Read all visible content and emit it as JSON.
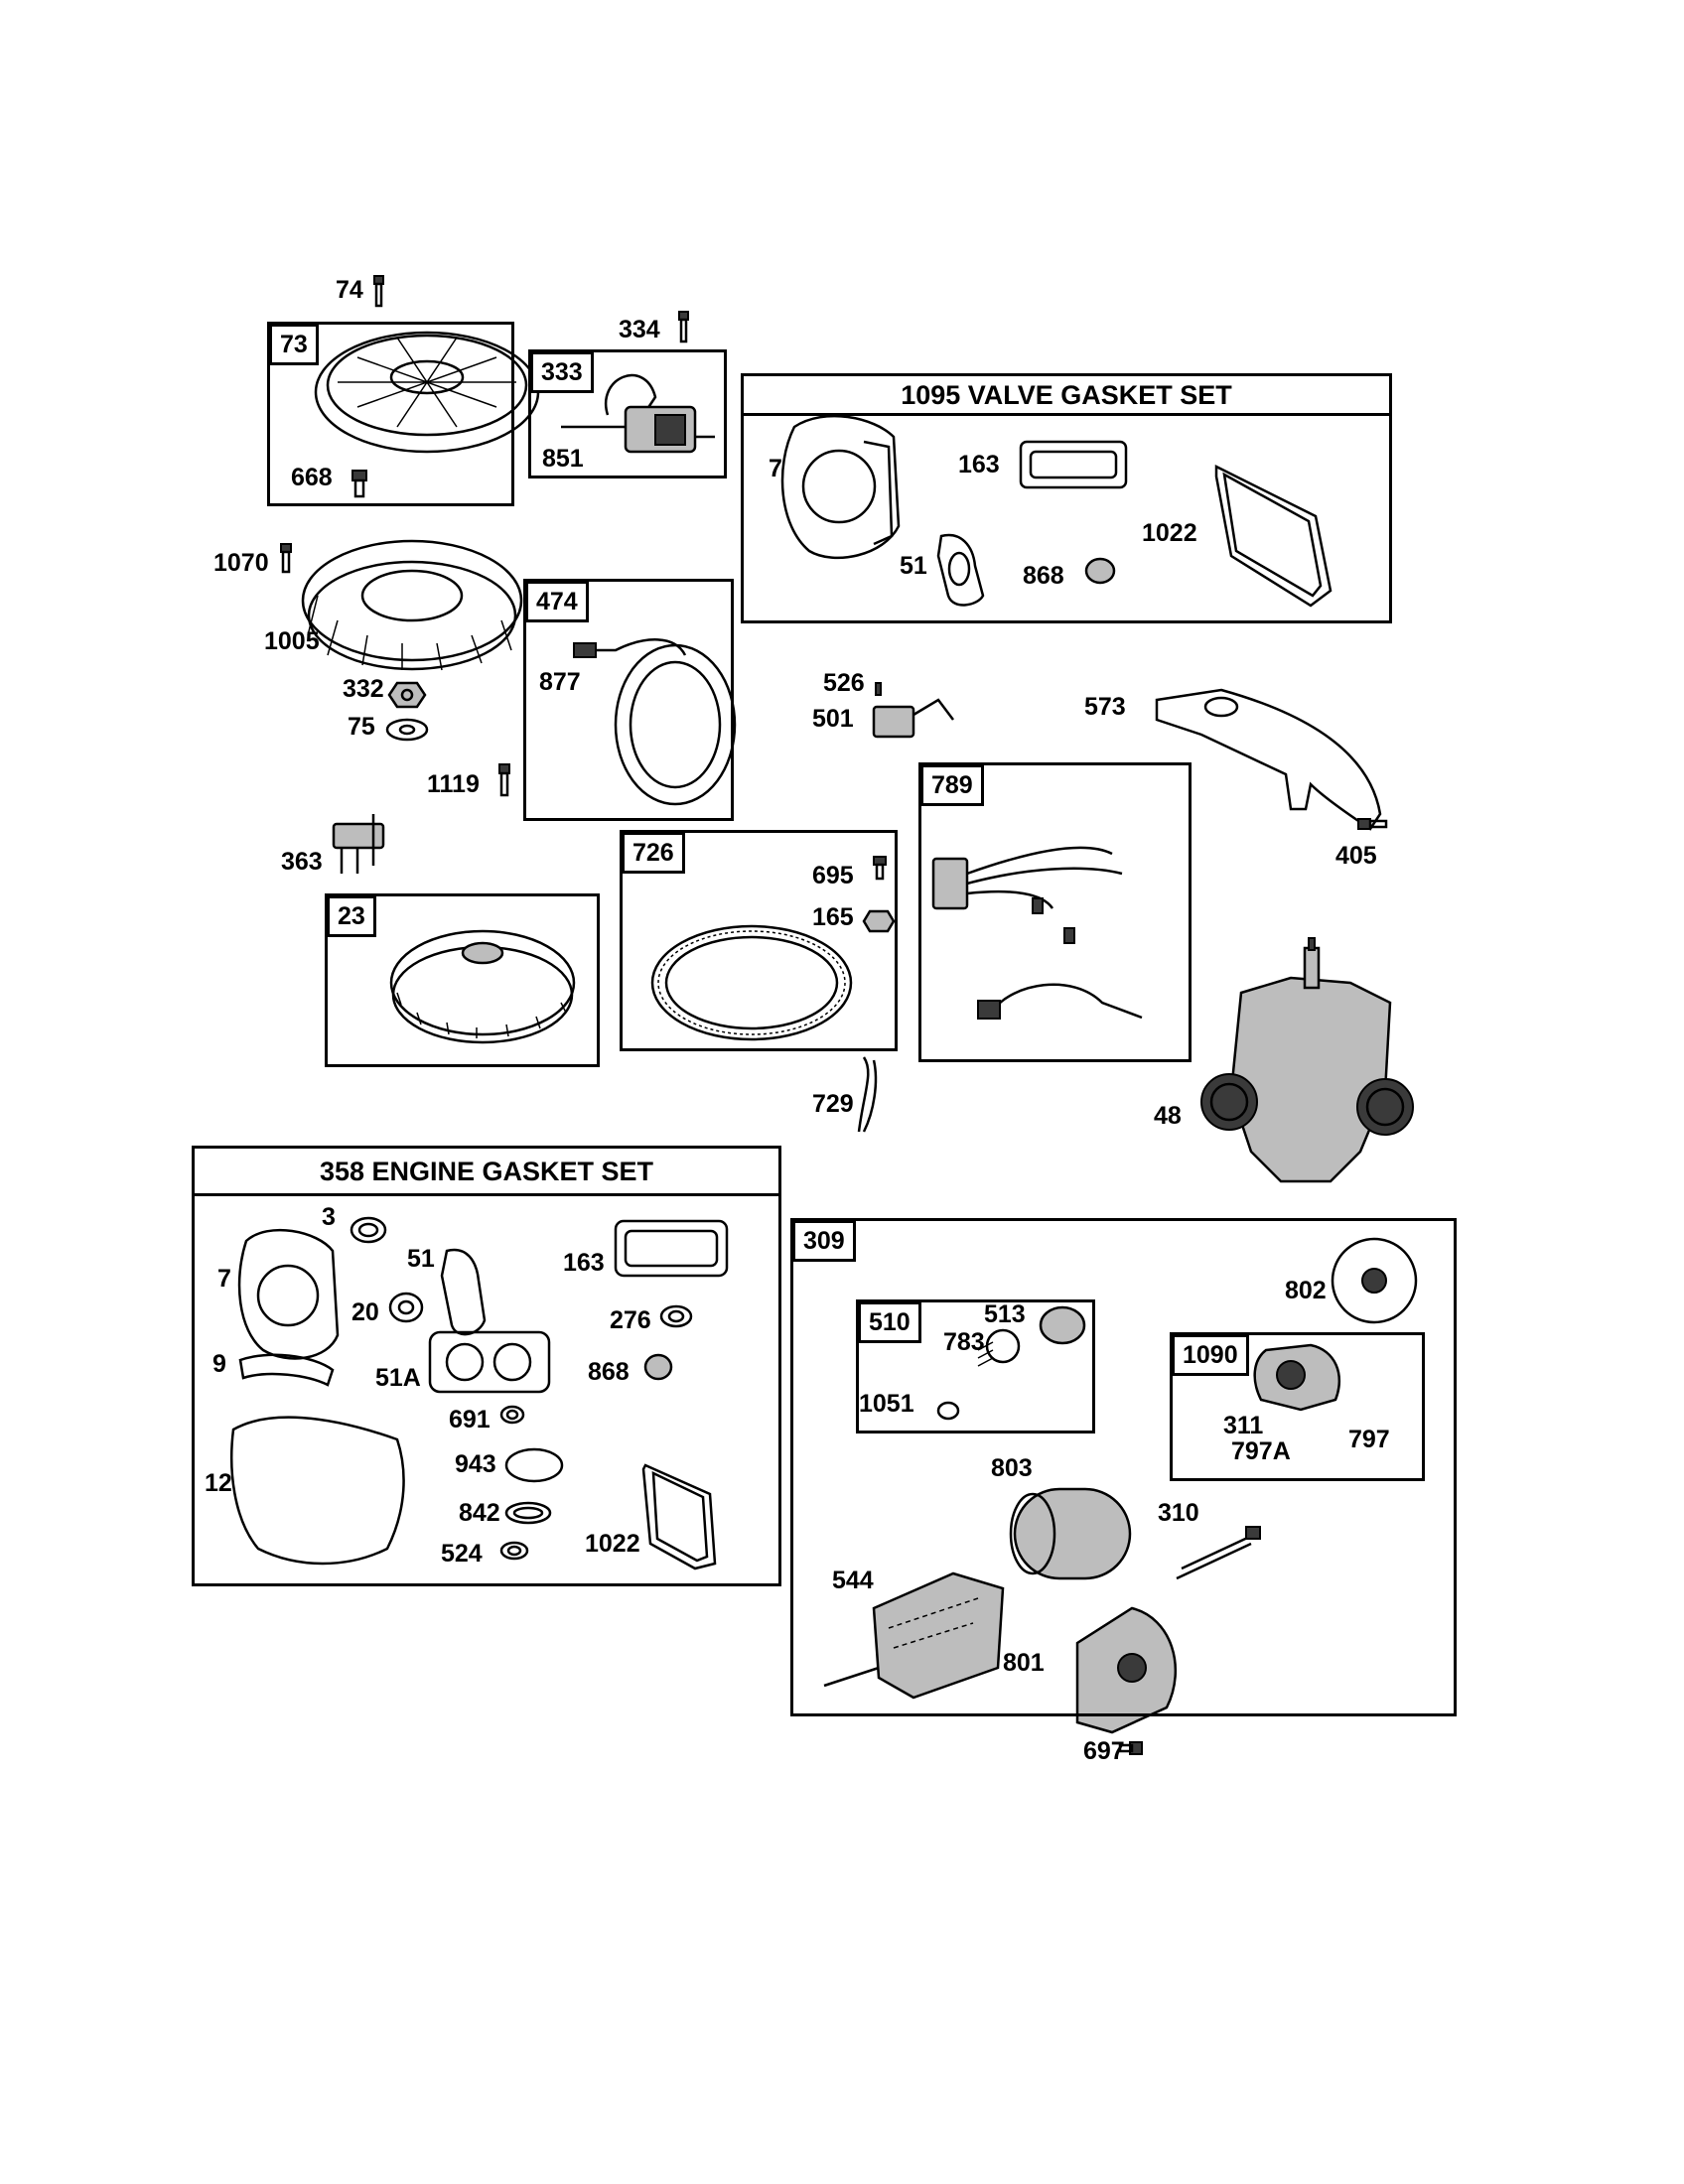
{
  "boxes": {
    "b73": "73",
    "b333": "333",
    "b474": "474",
    "b23": "23",
    "b726": "726",
    "b789": "789",
    "b309": "309",
    "b510": "510",
    "b1090": "1090",
    "b1095_title": "1095 VALVE GASKET SET",
    "b358_title": "358 ENGINE GASKET SET"
  },
  "labels": {
    "l74": "74",
    "l334": "334",
    "l668": "668",
    "l851": "851",
    "v7": "7",
    "v163": "163",
    "v51": "51",
    "v868": "868",
    "v1022": "1022",
    "l1070": "1070",
    "l1005": "1005",
    "l877": "877",
    "l332": "332",
    "l75": "75",
    "l1119": "1119",
    "l526": "526",
    "l501": "501",
    "l573": "573",
    "l405": "405",
    "l363": "363",
    "l695": "695",
    "l165": "165",
    "l729": "729",
    "l48": "48",
    "g3": "3",
    "g7": "7",
    "g51": "51",
    "g163": "163",
    "g20": "20",
    "g276": "276",
    "g9": "9",
    "g51A": "51A",
    "g868": "868",
    "g691": "691",
    "g12": "12",
    "g943": "943",
    "g842": "842",
    "g524": "524",
    "g1022": "1022",
    "s802": "802",
    "s513": "513",
    "s783": "783",
    "s1051": "1051",
    "s311": "311",
    "s797": "797",
    "s797A": "797A",
    "s803": "803",
    "s310": "310",
    "s544": "544",
    "s801": "801",
    "l697": "697"
  }
}
